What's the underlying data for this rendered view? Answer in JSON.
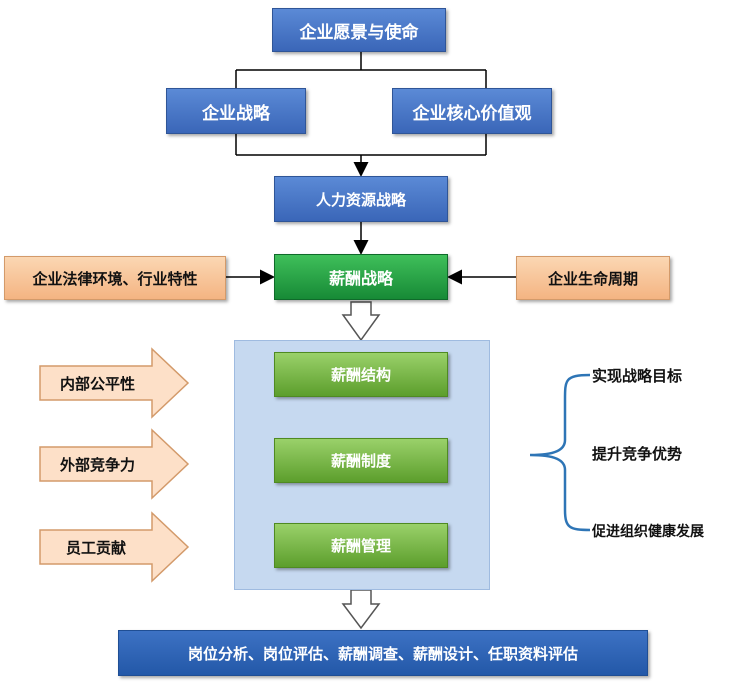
{
  "vision": "企业愿景与使命",
  "strategy": "企业战略",
  "core_values": "企业核心价值观",
  "hr_strategy": "人力资源战略",
  "pay_strategy": "薪酬战略",
  "left_factor": "企业法律环境、行业特性",
  "right_factor": "企业生命周期",
  "pay_structure": "薪酬结构",
  "pay_system": "薪酬制度",
  "pay_management": "薪酬管理",
  "principles": [
    "内部公平性",
    "外部竞争力",
    "员工贡献"
  ],
  "goals": [
    "实现战略目标",
    "提升竞争优势",
    "促进组织健康发展"
  ],
  "bottom": "岗位分析、岗位评估、薪酬调查、薪酬设计、任职资料评估",
  "colors": {
    "blue": "#3a66b8",
    "dark_green": "#178a36",
    "light_green": "#5c9e2c",
    "orange": "#f4b482",
    "panel": "#c6d9f0"
  }
}
